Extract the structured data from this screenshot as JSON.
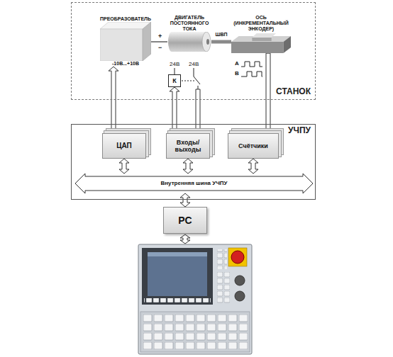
{
  "diagram": {
    "nodes": [
      {
        "text": [
          "СТАНОК"
        ]
      },
      {
        "text": [
          "УЧПУ"
        ]
      },
      {
        "text": [
          "ПРЕОБРАЗОВАТЕЛЬ",
          "-10В...+10В"
        ],
        "in": 0
      },
      {
        "text": [
          "ДВИГАТЕЛЬ ПОСТОЯННОГО ТОКА"
        ],
        "in": 0
      },
      {
        "text": [
          "ОСЬ (ИНКРЕМЕНТАЛЬНЫЙ ЭНКОДЕР)"
        ],
        "in": 0
      },
      {
        "text": [
          "К"
        ],
        "in": 0
      },
      {
        "text": [
          "ЦАП"
        ],
        "in": 1
      },
      {
        "text": [
          "Входы/ выходы"
        ],
        "in": 1
      },
      {
        "text": [
          "Счётчики"
        ],
        "in": 1
      },
      {
        "text": [
          "Внутренняя шина УЧПУ"
        ],
        "in": 1
      },
      {
        "text": [
          "PC"
        ]
      }
    ],
    "edges": [
      {
        "from": 2,
        "to": 3,
        "arrow": "none"
      },
      {
        "from": 3,
        "to": 4,
        "label": "ШВП",
        "arrow": "none"
      },
      {
        "from": 6,
        "to": 2,
        "arrow": "both"
      },
      {
        "from": 7,
        "to": 5,
        "arrow": "to"
      },
      {
        "from": 4,
        "to": 8,
        "arrow": "to"
      },
      {
        "from": 6,
        "to": 9,
        "arrow": "both"
      },
      {
        "from": 7,
        "to": 9,
        "arrow": "both"
      },
      {
        "from": 8,
        "to": 9,
        "arrow": "both"
      },
      {
        "from": 9,
        "to": 10,
        "arrow": "both"
      }
    ],
    "labels": [
      "+",
      "−",
      "24В",
      "24В",
      "A",
      "B"
    ]
  }
}
